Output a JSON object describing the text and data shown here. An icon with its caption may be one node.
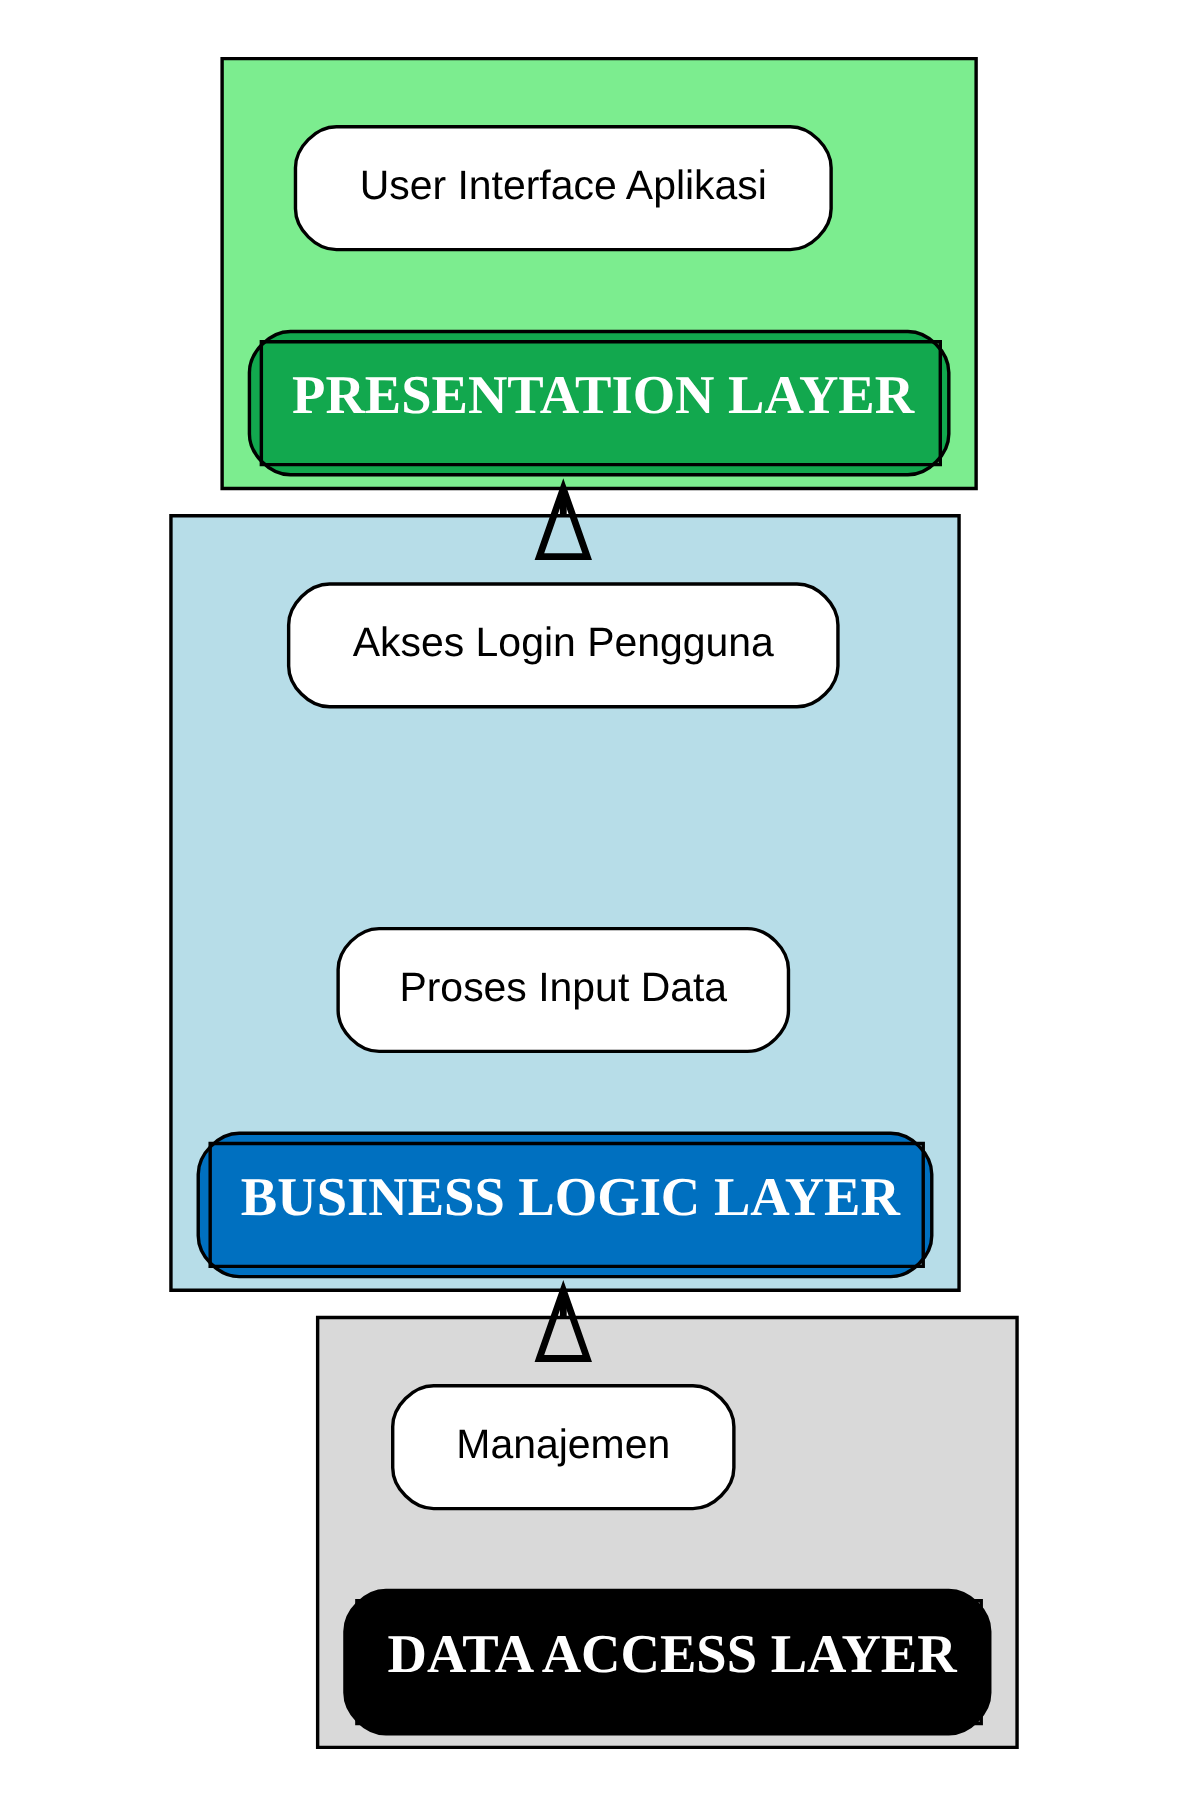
{
  "diagram": {
    "nodes": [
      {
        "text": [
          "PRESENTATION LAYER"
        ]
      },
      {
        "text": [
          "User Interface Aplikasi"
        ],
        "in": 0
      },
      {
        "text": [
          "BUSINESS LOGIC LAYER"
        ]
      },
      {
        "text": [
          "Akses Login Pengguna"
        ],
        "in": 2
      },
      {
        "text": [
          "Proses Input Data"
        ],
        "in": 2
      },
      {
        "text": [
          "DATA ACCESS LAYER"
        ]
      },
      {
        "text": [
          "Manajemen"
        ],
        "in": 5
      }
    ],
    "edges": [
      {
        "from": 5,
        "to": 2,
        "arrow": "to"
      },
      {
        "from": 2,
        "to": 0,
        "arrow": "to"
      }
    ]
  }
}
